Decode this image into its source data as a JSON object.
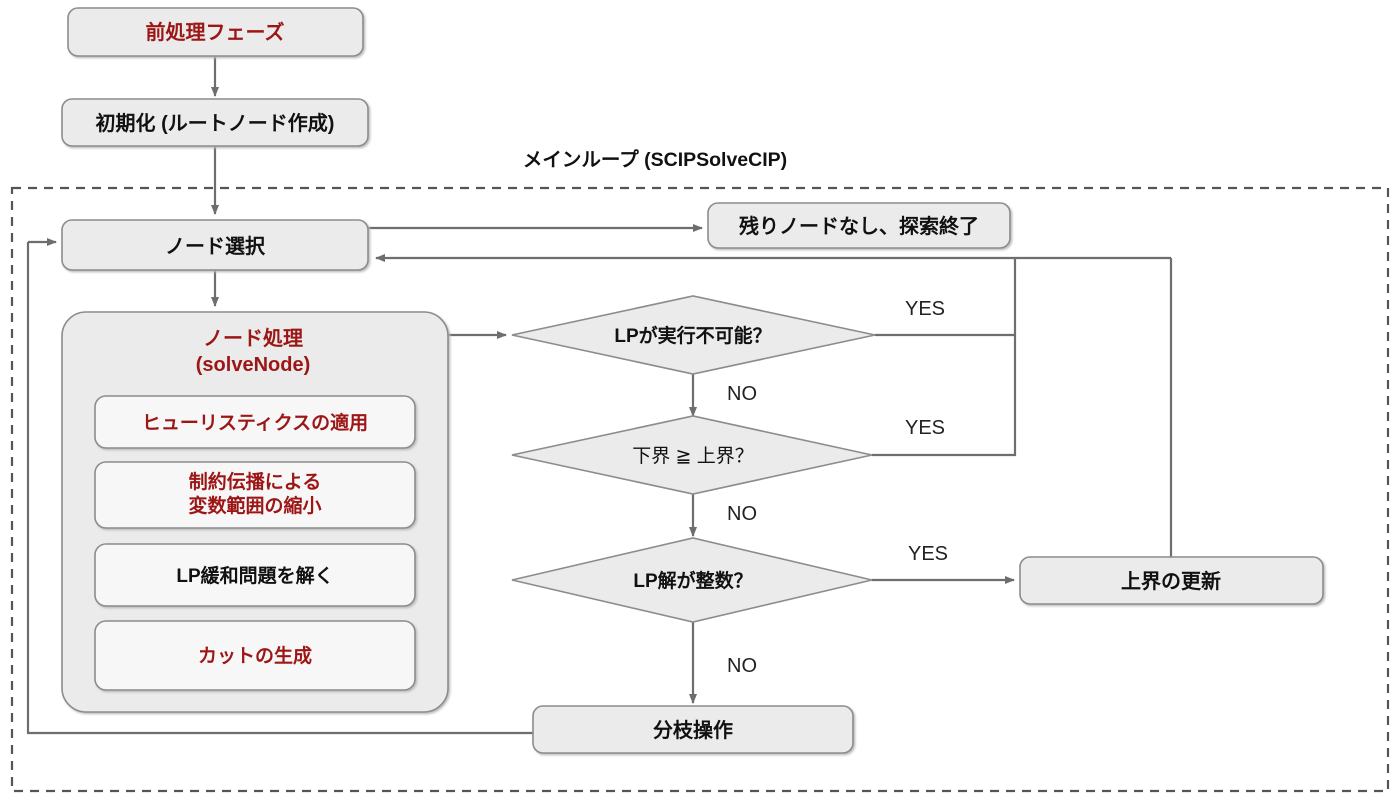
{
  "diagram": {
    "title": "SCIP Branch-and-Bound Flowchart",
    "colors": {
      "accent_red": "#9c1616",
      "text_black": "#111111",
      "box_fill": "#ebebeb",
      "inner_box_fill": "#f7f7f7",
      "stroke": "#8c8c8c",
      "line": "#6e6e6e",
      "dashed_border": "#555555",
      "background": "#ffffff"
    },
    "loop_label": "メインループ (SCIPSolveCIP)",
    "nodes": {
      "preprocess": {
        "label": "前処理フェーズ",
        "color": "accent_red",
        "bold": true
      },
      "initialize": {
        "label": "初期化 (ルートノード作成)",
        "color": "text_black",
        "bold": true
      },
      "node_select": {
        "label": "ノード選択",
        "color": "text_black",
        "bold": true
      },
      "no_nodes_left": {
        "label": "残りノードなし、探索終了",
        "color": "text_black",
        "bold": true
      },
      "node_process": {
        "label_line1": "ノード処理",
        "label_line2": "(solveNode)",
        "color": "accent_red",
        "bold": true,
        "steps": [
          {
            "label": "ヒューリスティクスの適用",
            "color": "accent_red",
            "bold": true
          },
          {
            "label_line1": "制約伝播による",
            "label_line2": "変数範囲の縮小",
            "color": "accent_red",
            "bold": true
          },
          {
            "label": "LP緩和問題を解く",
            "color": "text_black",
            "bold": true
          },
          {
            "label": "カットの生成",
            "color": "accent_red",
            "bold": true
          }
        ]
      },
      "update_upper_bound": {
        "label": "上界の更新",
        "color": "text_black",
        "bold": true
      },
      "branching": {
        "label": "分枝操作",
        "color": "text_black",
        "bold": true
      }
    },
    "decisions": [
      {
        "label": "LPが実行不可能？",
        "bold": true,
        "yes": "YES",
        "no": "NO"
      },
      {
        "label": "下界 ≧ 上界？",
        "bold": false,
        "yes": "YES",
        "no": "NO"
      },
      {
        "label": "LP解が整数？",
        "bold": true,
        "yes": "YES",
        "no": "NO"
      }
    ],
    "edge_labels": {
      "yes_1": "YES",
      "no_1": "NO",
      "yes_2": "YES",
      "no_2": "NO",
      "yes_3": "YES",
      "no_3": "NO"
    }
  }
}
